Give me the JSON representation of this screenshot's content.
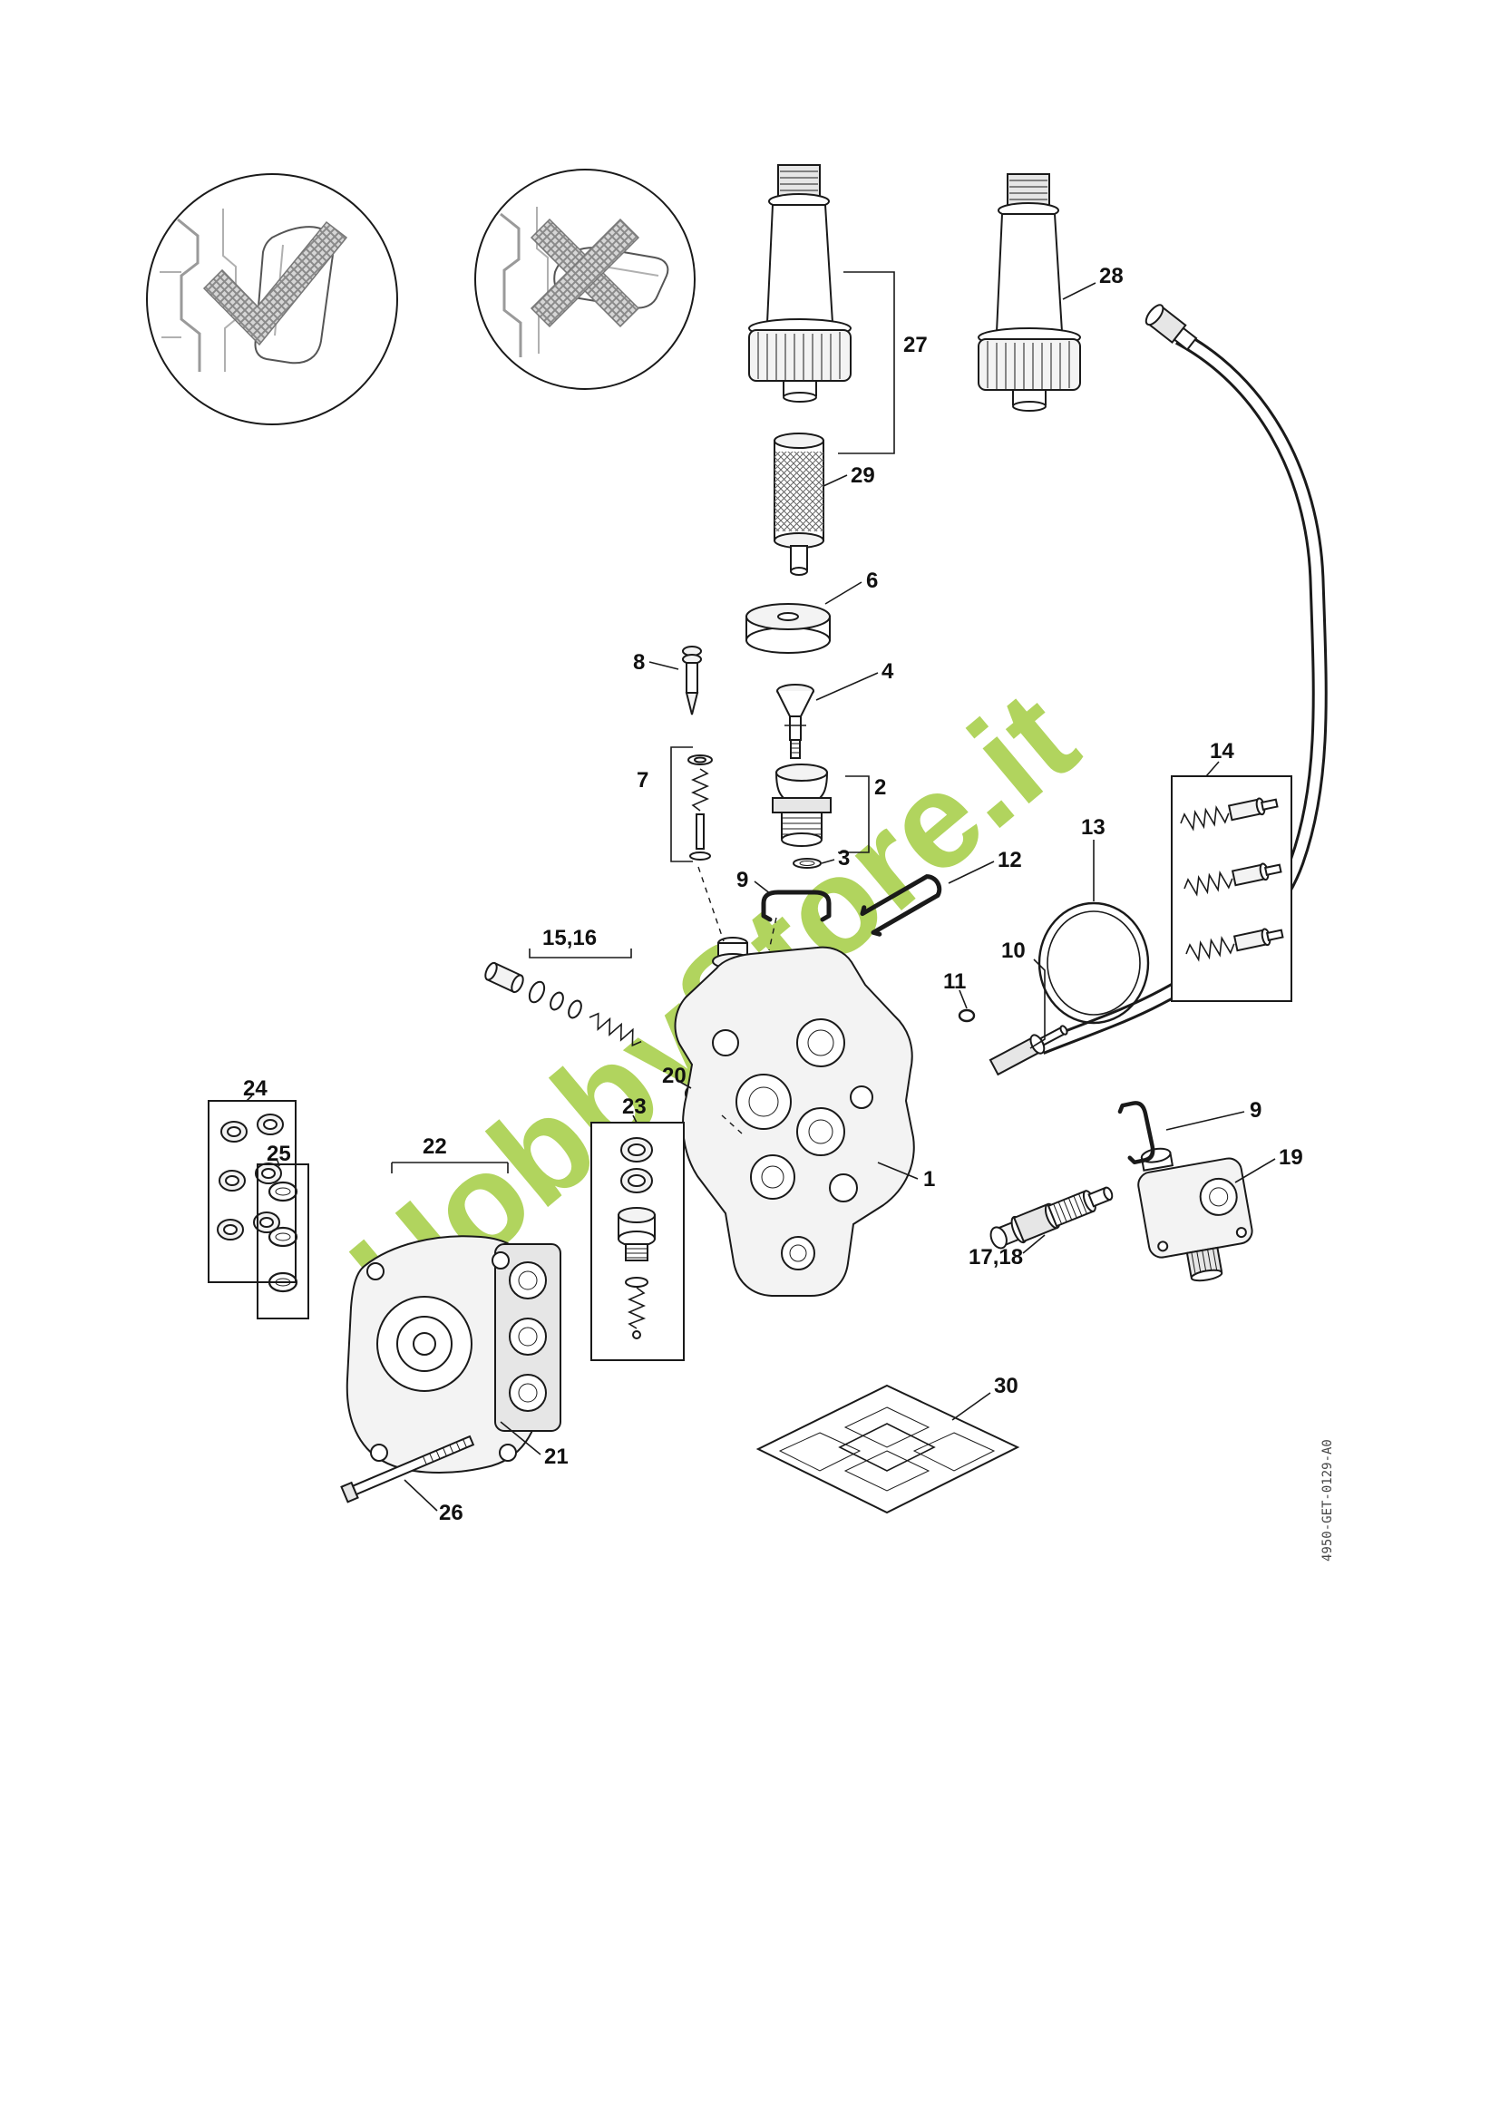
{
  "watermark": {
    "text": "HobbyStore.it",
    "color": "#9cc832"
  },
  "doc_code": "4950-GET-0129-A0",
  "callouts": {
    "p1": "1",
    "p2": "2",
    "p3": "3",
    "p4": "4",
    "p6": "6",
    "p7": "7",
    "p8": "8",
    "p9a": "9",
    "p9b": "9",
    "p10": "10",
    "p11": "11",
    "p12": "12",
    "p13": "13",
    "p14": "14",
    "p15_16": "15,16",
    "p17_18": "17,18",
    "p19": "19",
    "p20": "20",
    "p21": "21",
    "p22": "22",
    "p23": "23",
    "p24": "24",
    "p25": "25",
    "p26": "26",
    "p27": "27",
    "p28": "28",
    "p29": "29",
    "p30": "30"
  }
}
